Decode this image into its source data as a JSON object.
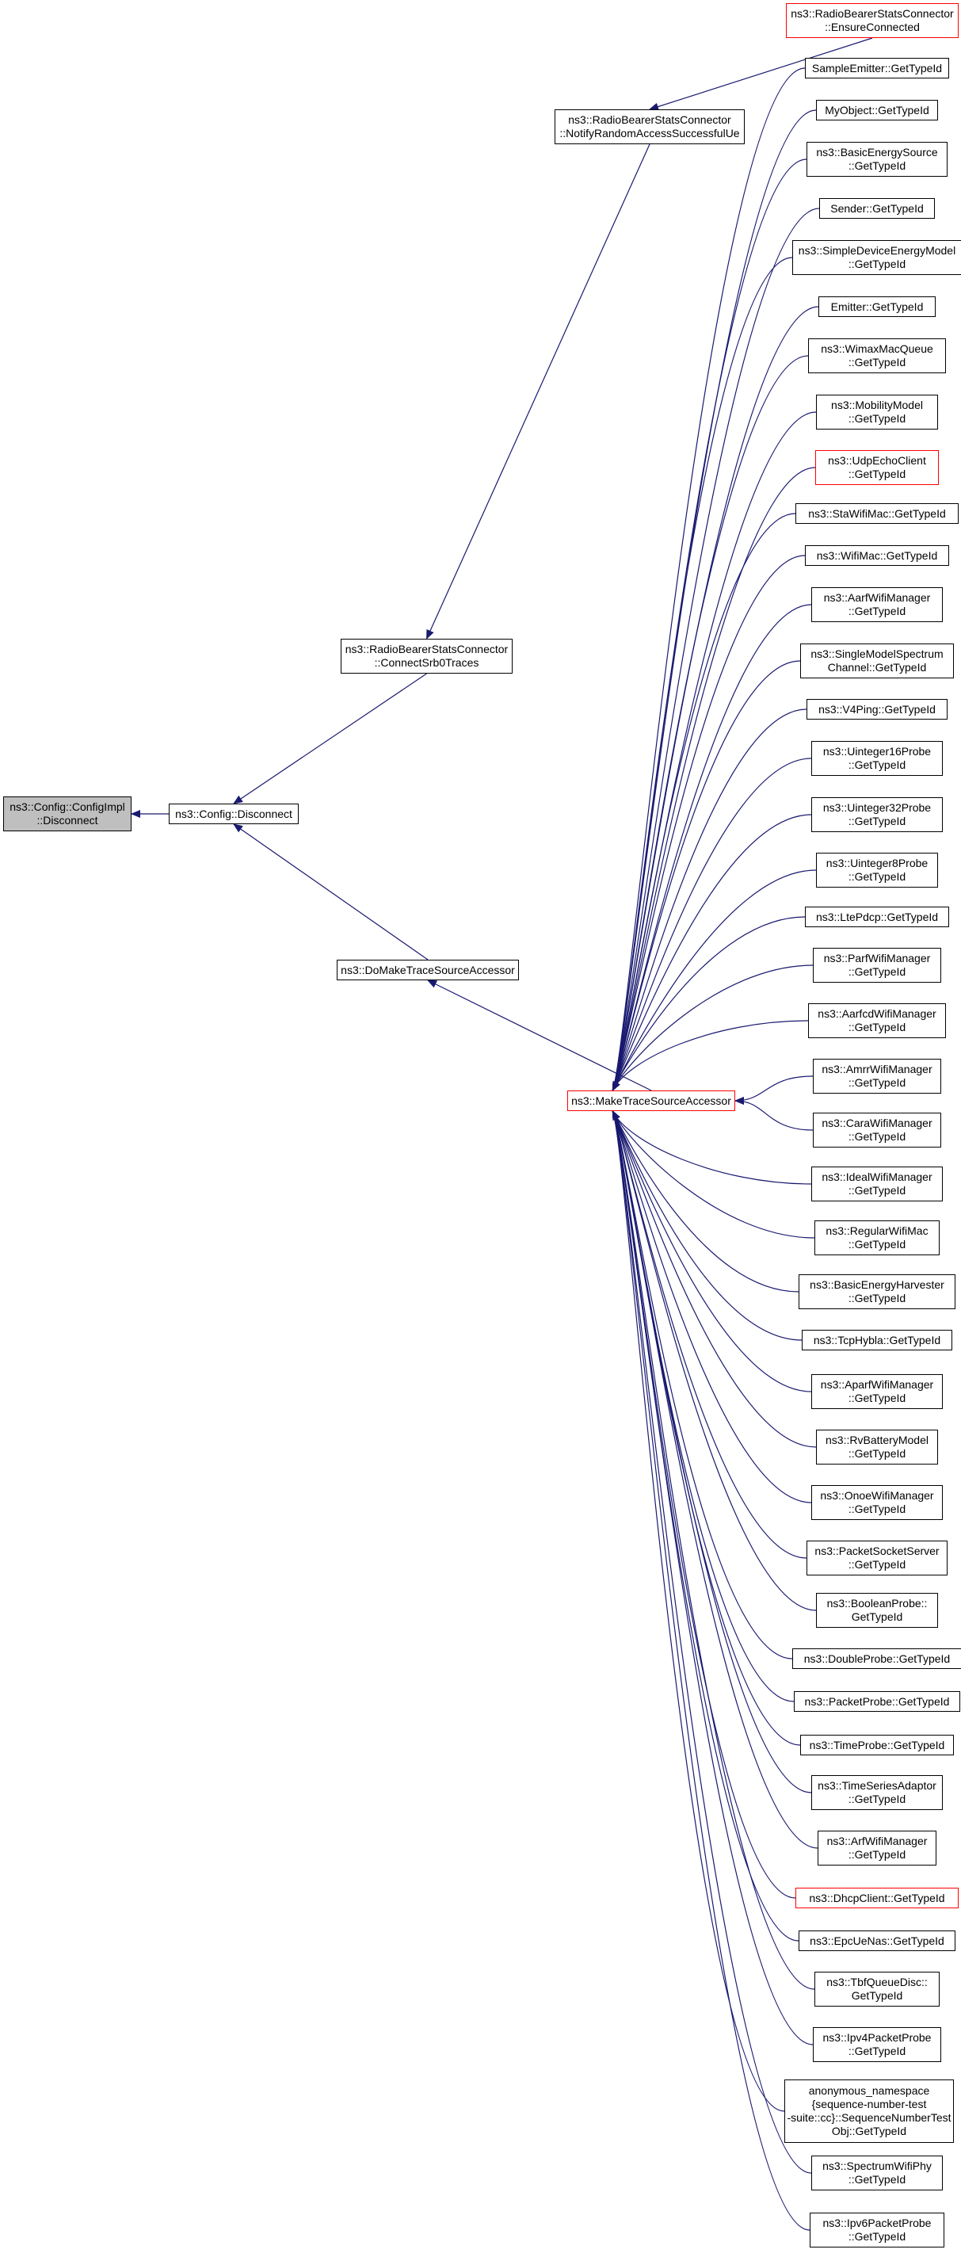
{
  "colors": {
    "edge": "#191970",
    "node_border": "#000000",
    "node_border_truncated": "#ff0000",
    "root_fill": "#bfbfbf",
    "background": "#ffffff"
  },
  "nodes": [
    {
      "id": "configimpl_disconnect",
      "lines": [
        "ns3::Config::ConfigImpl",
        "::Disconnect"
      ],
      "root": true
    },
    {
      "id": "config_disconnect",
      "lines": [
        "ns3::Config::Disconnect"
      ]
    },
    {
      "id": "connect_srb0",
      "lines": [
        "ns3::RadioBearerStatsConnector",
        "::ConnectSrb0Traces"
      ]
    },
    {
      "id": "domake_tsa",
      "lines": [
        "ns3::DoMakeTraceSourceAccessor"
      ]
    },
    {
      "id": "notify_rasue",
      "lines": [
        "ns3::RadioBearerStatsConnector",
        "::NotifyRandomAccessSuccessfulUe"
      ]
    },
    {
      "id": "make_tsa",
      "lines": [
        "ns3::MakeTraceSourceAccessor"
      ],
      "truncated": true
    },
    {
      "id": "ensure_connected",
      "lines": [
        "ns3::RadioBearerStatsConnector",
        "::EnsureConnected"
      ],
      "truncated": true
    },
    {
      "id": "sample_emitter",
      "lines": [
        "SampleEmitter::GetTypeId"
      ]
    },
    {
      "id": "my_object",
      "lines": [
        "MyObject::GetTypeId"
      ]
    },
    {
      "id": "basic_energy_source",
      "lines": [
        "ns3::BasicEnergySource",
        "::GetTypeId"
      ]
    },
    {
      "id": "sender",
      "lines": [
        "Sender::GetTypeId"
      ]
    },
    {
      "id": "simple_device_energy",
      "lines": [
        "ns3::SimpleDeviceEnergyModel",
        "::GetTypeId"
      ]
    },
    {
      "id": "emitter",
      "lines": [
        "Emitter::GetTypeId"
      ]
    },
    {
      "id": "wimax_mac_queue",
      "lines": [
        "ns3::WimaxMacQueue",
        "::GetTypeId"
      ]
    },
    {
      "id": "mobility_model",
      "lines": [
        "ns3::MobilityModel",
        "::GetTypeId"
      ]
    },
    {
      "id": "udp_echo_client",
      "lines": [
        "ns3::UdpEchoClient",
        "::GetTypeId"
      ],
      "truncated": true
    },
    {
      "id": "sta_wifi_mac",
      "lines": [
        "ns3::StaWifiMac::GetTypeId"
      ]
    },
    {
      "id": "wifi_mac",
      "lines": [
        "ns3::WifiMac::GetTypeId"
      ]
    },
    {
      "id": "aarf_wifi_manager",
      "lines": [
        "ns3::AarfWifiManager",
        "::GetTypeId"
      ]
    },
    {
      "id": "single_model_spectrum",
      "lines": [
        "ns3::SingleModelSpectrum",
        "Channel::GetTypeId"
      ]
    },
    {
      "id": "v4ping",
      "lines": [
        "ns3::V4Ping::GetTypeId"
      ]
    },
    {
      "id": "uinteger16_probe",
      "lines": [
        "ns3::Uinteger16Probe",
        "::GetTypeId"
      ]
    },
    {
      "id": "uinteger32_probe",
      "lines": [
        "ns3::Uinteger32Probe",
        "::GetTypeId"
      ]
    },
    {
      "id": "uinteger8_probe",
      "lines": [
        "ns3::Uinteger8Probe",
        "::GetTypeId"
      ]
    },
    {
      "id": "lte_pdcp",
      "lines": [
        "ns3::LtePdcp::GetTypeId"
      ]
    },
    {
      "id": "parf_wifi_manager",
      "lines": [
        "ns3::ParfWifiManager",
        "::GetTypeId"
      ]
    },
    {
      "id": "aarfcd_wifi_manager",
      "lines": [
        "ns3::AarfcdWifiManager",
        "::GetTypeId"
      ]
    },
    {
      "id": "amrr_wifi_manager",
      "lines": [
        "ns3::AmrrWifiManager",
        "::GetTypeId"
      ]
    },
    {
      "id": "cara_wifi_manager",
      "lines": [
        "ns3::CaraWifiManager",
        "::GetTypeId"
      ]
    },
    {
      "id": "ideal_wifi_manager",
      "lines": [
        "ns3::IdealWifiManager",
        "::GetTypeId"
      ]
    },
    {
      "id": "regular_wifi_mac",
      "lines": [
        "ns3::RegularWifiMac",
        "::GetTypeId"
      ]
    },
    {
      "id": "basic_energy_harvester",
      "lines": [
        "ns3::BasicEnergyHarvester",
        "::GetTypeId"
      ]
    },
    {
      "id": "tcp_hybla",
      "lines": [
        "ns3::TcpHybla::GetTypeId"
      ]
    },
    {
      "id": "aparf_wifi_manager",
      "lines": [
        "ns3::AparfWifiManager",
        "::GetTypeId"
      ]
    },
    {
      "id": "rv_battery_model",
      "lines": [
        "ns3::RvBatteryModel",
        "::GetTypeId"
      ]
    },
    {
      "id": "onoe_wifi_manager",
      "lines": [
        "ns3::OnoeWifiManager",
        "::GetTypeId"
      ]
    },
    {
      "id": "packet_socket_server",
      "lines": [
        "ns3::PacketSocketServer",
        "::GetTypeId"
      ]
    },
    {
      "id": "boolean_probe",
      "lines": [
        "ns3::BooleanProbe::",
        "GetTypeId"
      ]
    },
    {
      "id": "double_probe",
      "lines": [
        "ns3::DoubleProbe::GetTypeId"
      ]
    },
    {
      "id": "packet_probe",
      "lines": [
        "ns3::PacketProbe::GetTypeId"
      ]
    },
    {
      "id": "time_probe",
      "lines": [
        "ns3::TimeProbe::GetTypeId"
      ]
    },
    {
      "id": "time_series_adaptor",
      "lines": [
        "ns3::TimeSeriesAdaptor",
        "::GetTypeId"
      ]
    },
    {
      "id": "arf_wifi_manager",
      "lines": [
        "ns3::ArfWifiManager",
        "::GetTypeId"
      ]
    },
    {
      "id": "dhcp_client",
      "lines": [
        "ns3::DhcpClient::GetTypeId"
      ],
      "truncated": true
    },
    {
      "id": "epc_ue_nas",
      "lines": [
        "ns3::EpcUeNas::GetTypeId"
      ]
    },
    {
      "id": "tbf_queue_disc",
      "lines": [
        "ns3::TbfQueueDisc::",
        "GetTypeId"
      ]
    },
    {
      "id": "ipv4_packet_probe",
      "lines": [
        "ns3::Ipv4PacketProbe",
        "::GetTypeId"
      ]
    },
    {
      "id": "seq_number_test_obj",
      "lines": [
        "anonymous_namespace",
        "{sequence-number-test",
        "-suite::cc}::SequenceNumberTest",
        "Obj::GetTypeId"
      ]
    },
    {
      "id": "spectrum_wifi_phy",
      "lines": [
        "ns3::SpectrumWifiPhy",
        "::GetTypeId"
      ]
    },
    {
      "id": "ipv6_packet_probe",
      "lines": [
        "ns3::Ipv6PacketProbe",
        "::GetTypeId"
      ]
    }
  ],
  "edges": [
    {
      "from": "config_disconnect",
      "to": "configimpl_disconnect"
    },
    {
      "from": "connect_srb0",
      "to": "config_disconnect"
    },
    {
      "from": "domake_tsa",
      "to": "config_disconnect"
    },
    {
      "from": "notify_rasue",
      "to": "connect_srb0"
    },
    {
      "from": "ensure_connected",
      "to": "notify_rasue"
    },
    {
      "from": "make_tsa",
      "to": "domake_tsa"
    },
    {
      "from": "sample_emitter",
      "to": "make_tsa"
    },
    {
      "from": "my_object",
      "to": "make_tsa"
    },
    {
      "from": "basic_energy_source",
      "to": "make_tsa"
    },
    {
      "from": "sender",
      "to": "make_tsa"
    },
    {
      "from": "simple_device_energy",
      "to": "make_tsa"
    },
    {
      "from": "emitter",
      "to": "make_tsa"
    },
    {
      "from": "wimax_mac_queue",
      "to": "make_tsa"
    },
    {
      "from": "mobility_model",
      "to": "make_tsa"
    },
    {
      "from": "udp_echo_client",
      "to": "make_tsa"
    },
    {
      "from": "sta_wifi_mac",
      "to": "make_tsa"
    },
    {
      "from": "wifi_mac",
      "to": "make_tsa"
    },
    {
      "from": "aarf_wifi_manager",
      "to": "make_tsa"
    },
    {
      "from": "single_model_spectrum",
      "to": "make_tsa"
    },
    {
      "from": "v4ping",
      "to": "make_tsa"
    },
    {
      "from": "uinteger16_probe",
      "to": "make_tsa"
    },
    {
      "from": "uinteger32_probe",
      "to": "make_tsa"
    },
    {
      "from": "uinteger8_probe",
      "to": "make_tsa"
    },
    {
      "from": "lte_pdcp",
      "to": "make_tsa"
    },
    {
      "from": "parf_wifi_manager",
      "to": "make_tsa"
    },
    {
      "from": "aarfcd_wifi_manager",
      "to": "make_tsa"
    },
    {
      "from": "amrr_wifi_manager",
      "to": "make_tsa"
    },
    {
      "from": "cara_wifi_manager",
      "to": "make_tsa"
    },
    {
      "from": "ideal_wifi_manager",
      "to": "make_tsa"
    },
    {
      "from": "regular_wifi_mac",
      "to": "make_tsa"
    },
    {
      "from": "basic_energy_harvester",
      "to": "make_tsa"
    },
    {
      "from": "tcp_hybla",
      "to": "make_tsa"
    },
    {
      "from": "aparf_wifi_manager",
      "to": "make_tsa"
    },
    {
      "from": "rv_battery_model",
      "to": "make_tsa"
    },
    {
      "from": "onoe_wifi_manager",
      "to": "make_tsa"
    },
    {
      "from": "packet_socket_server",
      "to": "make_tsa"
    },
    {
      "from": "boolean_probe",
      "to": "make_tsa"
    },
    {
      "from": "double_probe",
      "to": "make_tsa"
    },
    {
      "from": "packet_probe",
      "to": "make_tsa"
    },
    {
      "from": "time_probe",
      "to": "make_tsa"
    },
    {
      "from": "time_series_adaptor",
      "to": "make_tsa"
    },
    {
      "from": "arf_wifi_manager",
      "to": "make_tsa"
    },
    {
      "from": "dhcp_client",
      "to": "make_tsa"
    },
    {
      "from": "epc_ue_nas",
      "to": "make_tsa"
    },
    {
      "from": "tbf_queue_disc",
      "to": "make_tsa"
    },
    {
      "from": "ipv4_packet_probe",
      "to": "make_tsa"
    },
    {
      "from": "seq_number_test_obj",
      "to": "make_tsa"
    },
    {
      "from": "spectrum_wifi_phy",
      "to": "make_tsa"
    },
    {
      "from": "ipv6_packet_probe",
      "to": "make_tsa"
    }
  ]
}
